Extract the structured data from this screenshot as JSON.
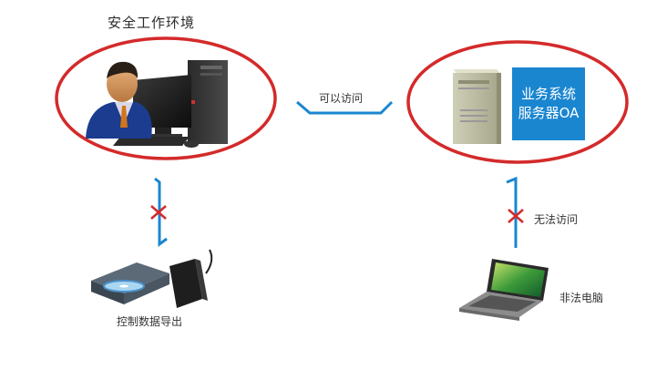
{
  "diagram": {
    "title": "安全工作环境",
    "server_box": {
      "line1": "业务系统",
      "line2": "服务器OA"
    },
    "access_label": "可以访问",
    "no_access_label": "无法访问",
    "illegal_pc_label": "非法电脑",
    "export_label": "控制数据导出"
  },
  "colors": {
    "ellipse": "#d42a2a",
    "arrow": "#1a86d0",
    "cross": "#d42a2a",
    "box": "#1a86d0"
  }
}
